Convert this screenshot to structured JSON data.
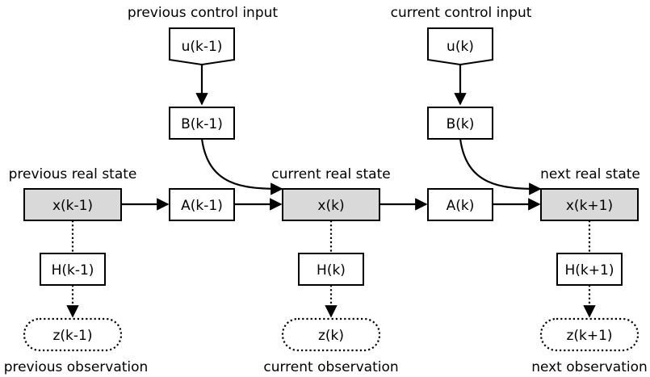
{
  "labels": {
    "prev_control": "previous control input",
    "curr_control": "current control input",
    "prev_state": "previous real state",
    "curr_state": "current real state",
    "next_state": "next real state",
    "prev_obs": "previous observation",
    "curr_obs": "current observation",
    "next_obs": "next observation"
  },
  "nodes": {
    "u_prev": "u(k-1)",
    "u_curr": "u(k)",
    "b_prev": "B(k-1)",
    "b_curr": "B(k)",
    "x_prev": "x(k-1)",
    "a_prev": "A(k-1)",
    "x_curr": "x(k)",
    "a_curr": "A(k)",
    "x_next": "x(k+1)",
    "h_prev": "H(k-1)",
    "h_curr": "H(k)",
    "h_next": "H(k+1)",
    "z_prev": "z(k-1)",
    "z_curr": "z(k)",
    "z_next": "z(k+1)"
  },
  "colors": {
    "state_fill": "#d9d9d9",
    "box_fill": "#ffffff",
    "stroke": "#000000"
  }
}
